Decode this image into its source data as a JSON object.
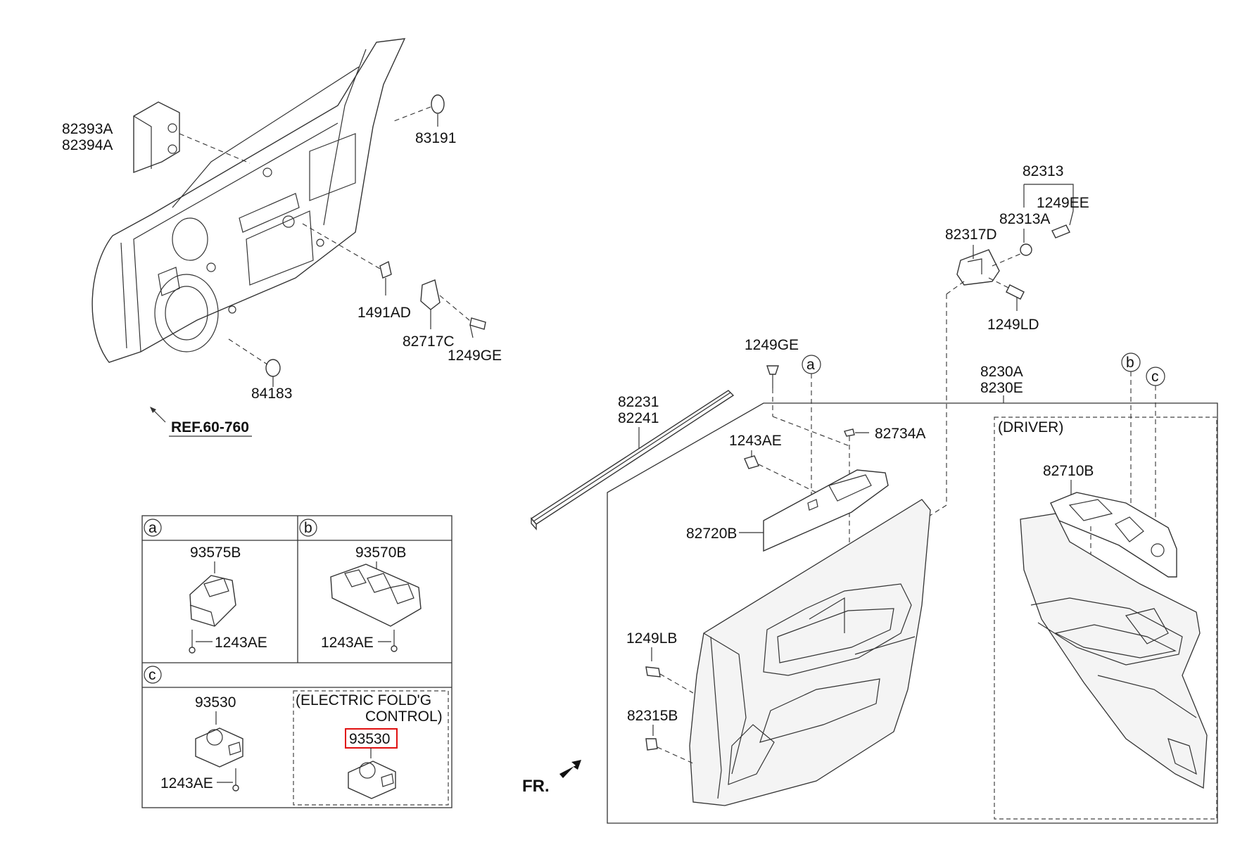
{
  "labels": {
    "p82393a": "82393A",
    "p82394a": "82394A",
    "p83191": "83191",
    "p1491ad": "1491AD",
    "p82717c": "82717C",
    "p1249ge_a": "1249GE",
    "p84183": "84183",
    "ref": "REF.60-760",
    "p82313": "82313",
    "p1249ee": "1249EE",
    "p82313a": "82313A",
    "p82317d": "82317D",
    "p1249ld": "1249LD",
    "p1249ge_b": "1249GE",
    "p8230a": "8230A",
    "p8230e": "8230E",
    "p82231": "82231",
    "p82241": "82241",
    "p1243ae_a": "1243AE",
    "p82734a": "82734A",
    "p82720b": "82720B",
    "driver": "(DRIVER)",
    "p82710b": "82710B",
    "p1249lb": "1249LB",
    "p82315b": "82315B",
    "fr": "FR."
  },
  "callouts": {
    "a": "a",
    "b": "b",
    "c": "c"
  },
  "detail_table": {
    "a_letter": "a",
    "b_letter": "b",
    "c_letter": "c",
    "a_part": "93575B",
    "a_screw": "1243AE",
    "b_part": "93570B",
    "b_screw": "1243AE",
    "c_part": "93530",
    "c_screw": "1243AE",
    "c_option_line1": "(ELECTRIC FOLD'G",
    "c_option_line2": "CONTROL)",
    "c_option_part": "93530"
  },
  "highlight_color": "#e01010"
}
